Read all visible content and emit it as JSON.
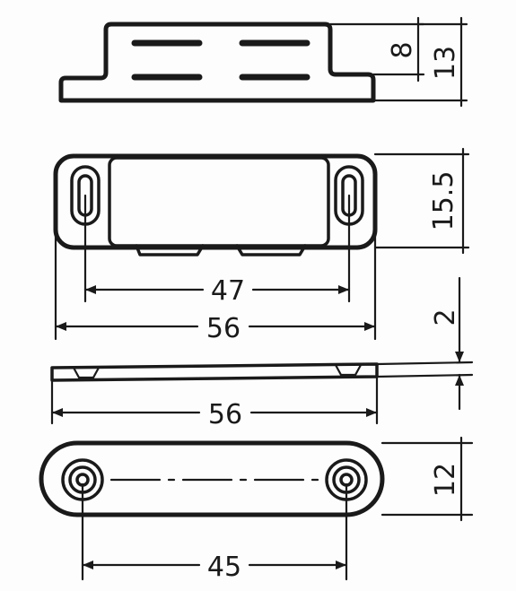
{
  "dimensions": {
    "top_view_inner_height": "8",
    "top_view_total_height": "13",
    "front_view_height": "15.5",
    "hole_spacing_front": "47",
    "total_length_front": "56",
    "plate_thickness": "2",
    "total_length_side": "56",
    "plate_width": "12",
    "hole_spacing_plate": "45"
  }
}
